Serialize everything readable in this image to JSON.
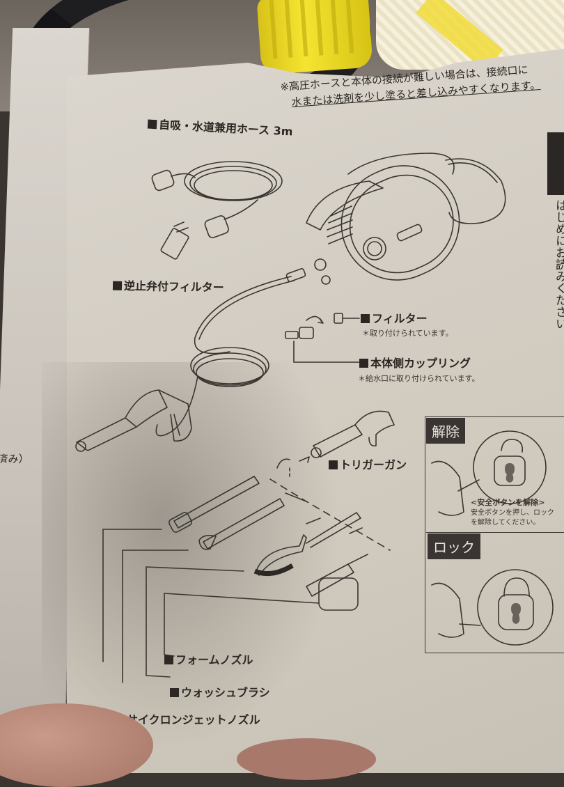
{
  "document": {
    "type": "instruction-manual-page",
    "language": "ja",
    "note": {
      "line1": "※高圧ホースと本体の接続が難しい場合は、接続口に",
      "line2": "水または洗剤を少し塗ると差し込みやすくなります。"
    },
    "parts": [
      {
        "id": "hose",
        "label": "自吸・水道兼用ホース 3m"
      },
      {
        "id": "check-valve-filter",
        "label": "逆止弁付フィルター"
      },
      {
        "id": "filter",
        "label": "フィルター",
        "sub": "＊取り付けられています。"
      },
      {
        "id": "body-coupling",
        "label": "本体側カップリング",
        "sub": "＊給水口に取り付けられています。"
      },
      {
        "id": "trigger-gun",
        "label": "トリガーガン"
      },
      {
        "id": "foam-nozzle",
        "label": "フォームノズル"
      },
      {
        "id": "wash-brush",
        "label": "ウォッシュブラシ"
      },
      {
        "id": "cyclone-jet-nozzle",
        "label": "サイクロンジェットノズル"
      }
    ],
    "safety_panels": {
      "release": {
        "tag": "解除",
        "title": "<安全ボタンを解除>",
        "desc1": "安全ボタンを押し、ロック",
        "desc2": "を解除してください。",
        "icon": "unlocked-padlock-icon"
      },
      "lock": {
        "tag": "ロック",
        "icon": "locked-padlock-icon"
      }
    },
    "side_text": "はじめにお読みください",
    "left_page_fragment": "済み）"
  },
  "colors": {
    "paper": "#d6d0c6",
    "ink": "#2b2622",
    "tag_bg": "#3a3532",
    "cap_yellow": "#f0de2c",
    "hose_black": "#1e1d1f"
  }
}
